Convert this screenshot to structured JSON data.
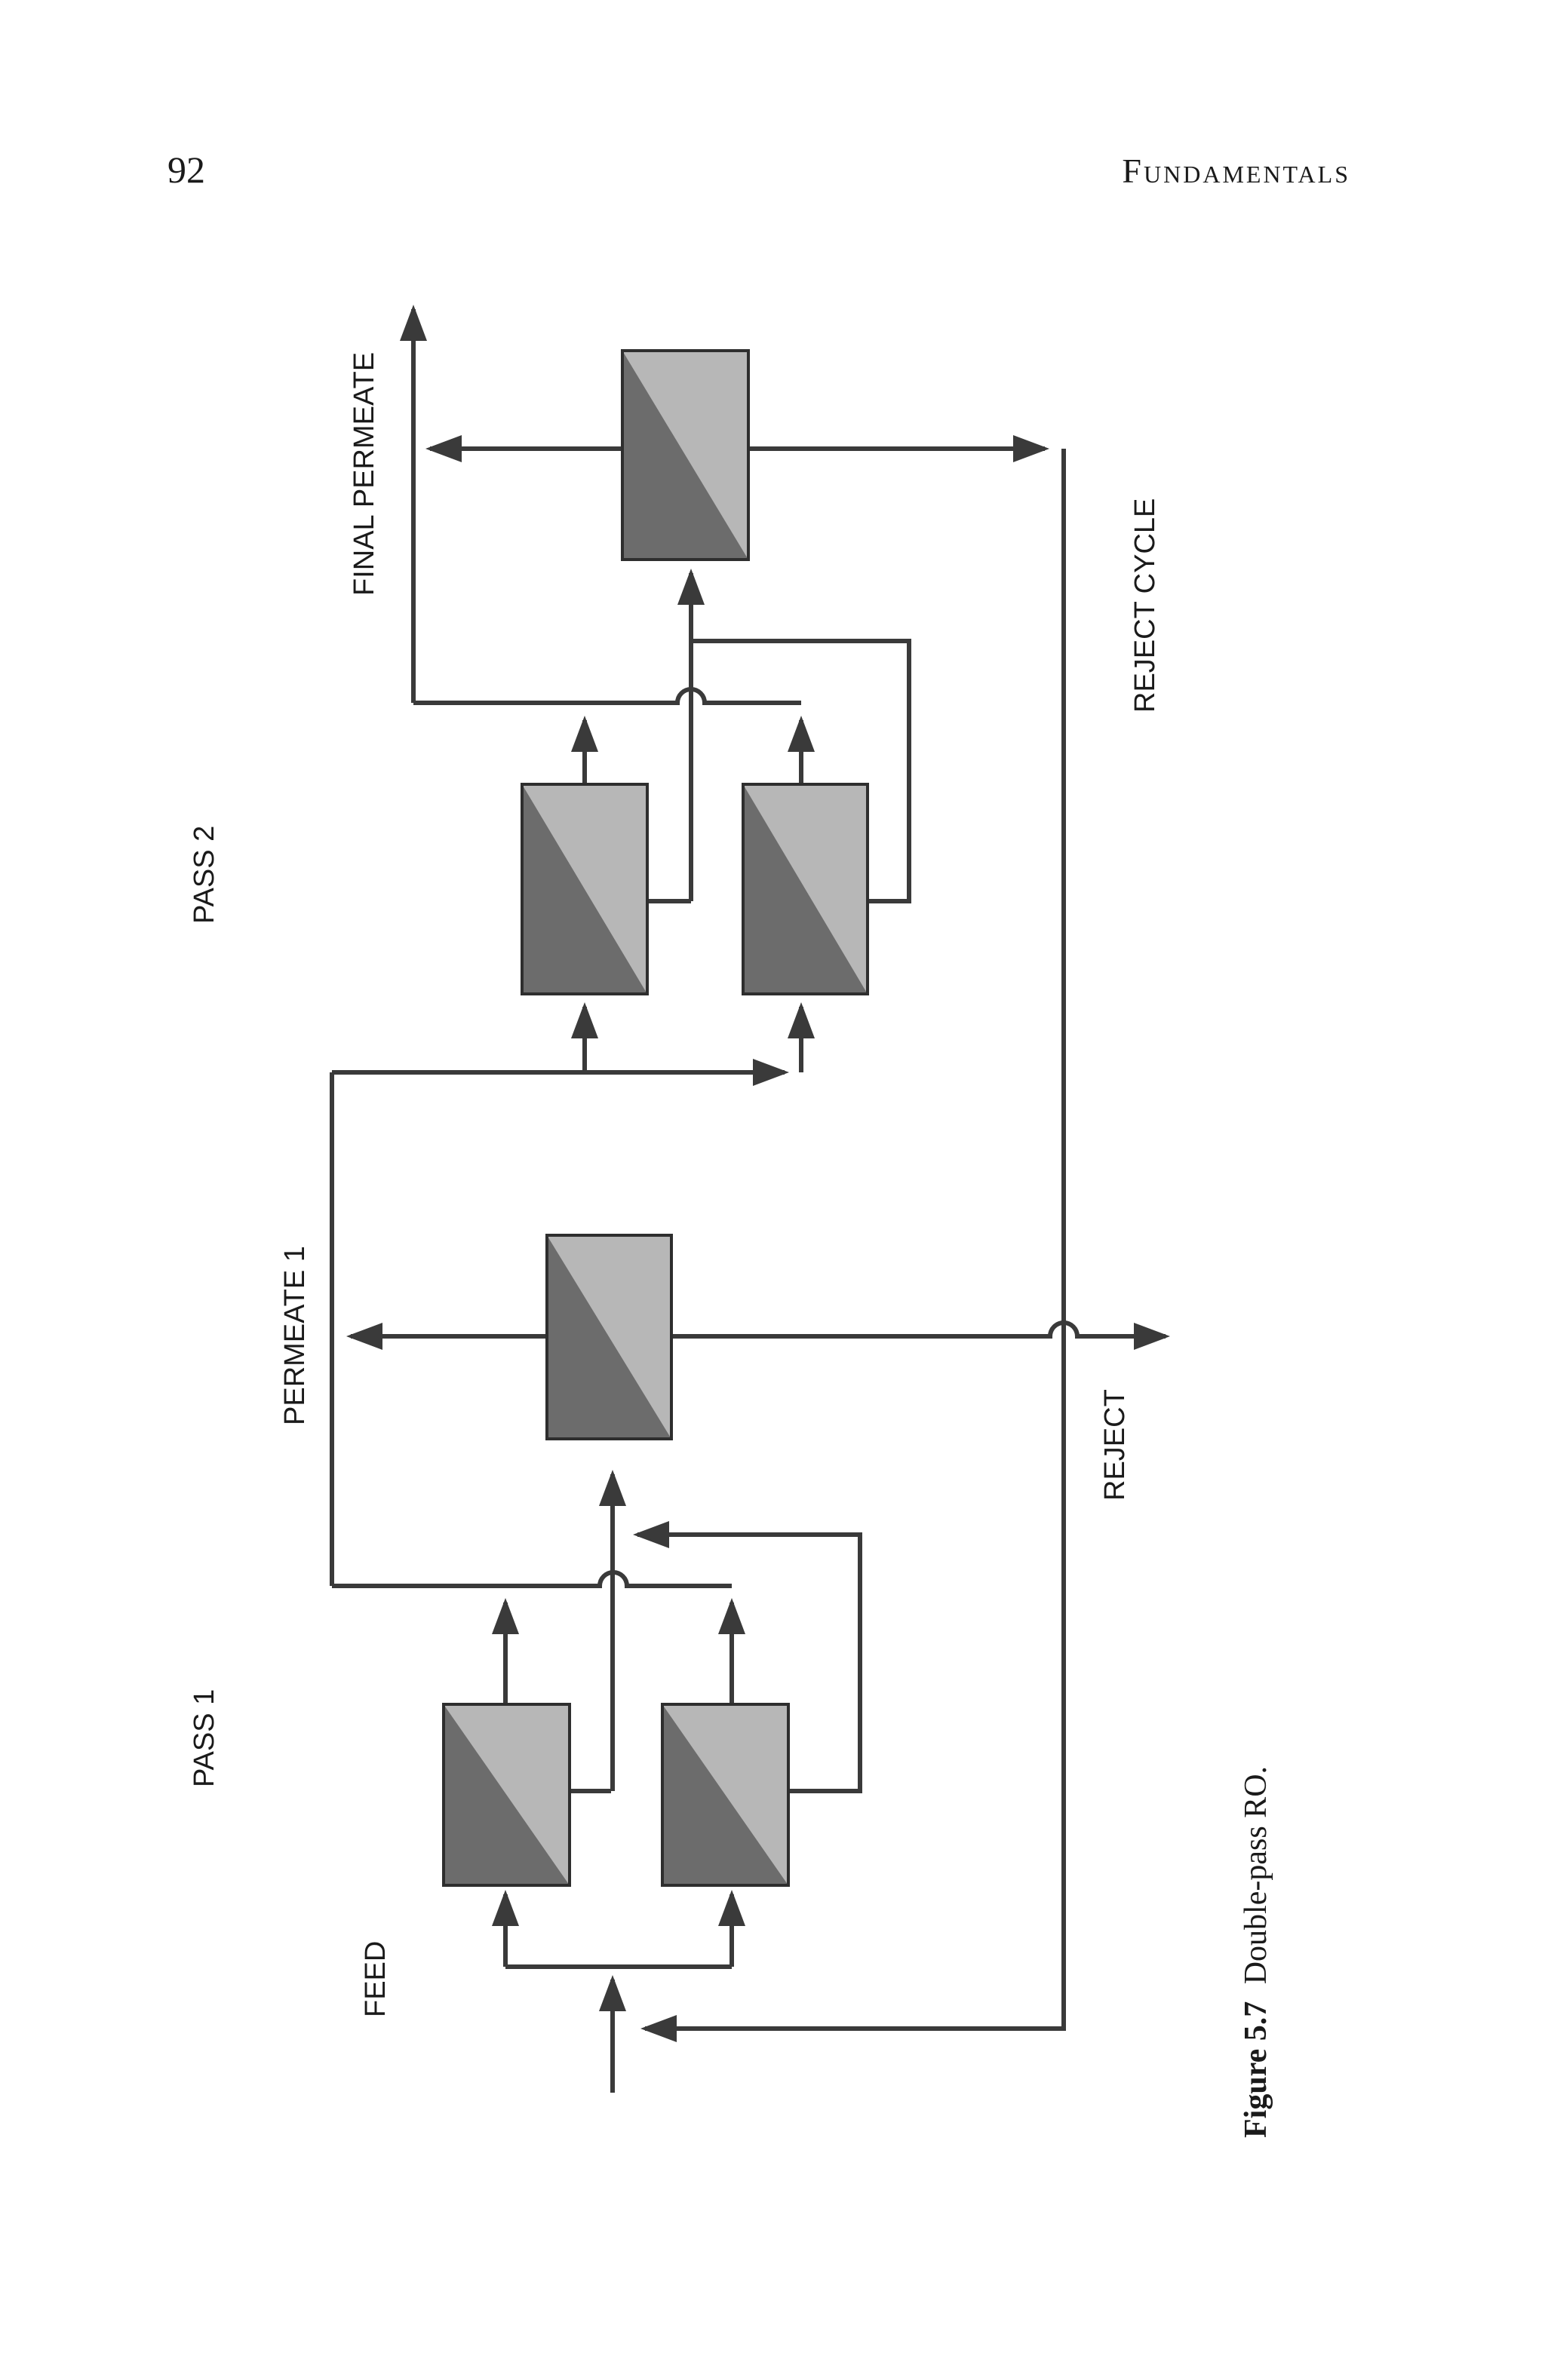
{
  "header": {
    "page_number": "92",
    "running_head": "Fundamentals"
  },
  "diagram": {
    "labels": {
      "pass_1": "PASS 1",
      "pass_2": "PASS 2",
      "feed": "FEED",
      "permeate_1": "PERMEATE 1",
      "final_permeate": "FINAL PERMEATE",
      "reject": "REJECT",
      "reject_cycle": "REJECT CYCLE"
    },
    "colors": {
      "membrane_light": "#b7b7b7",
      "membrane_dark": "#6c6c6c",
      "line": "#3a3a3a"
    }
  },
  "caption": {
    "label": "Figure 5.7",
    "text": "Double-pass RO."
  }
}
